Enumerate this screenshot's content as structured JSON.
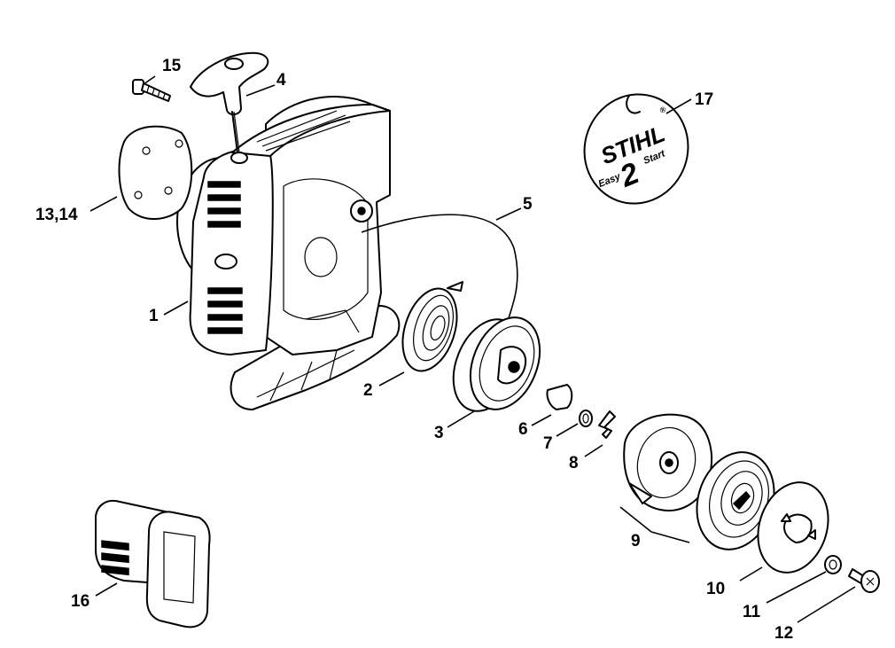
{
  "diagram": {
    "labels": [
      {
        "id": "1",
        "text": "1"
      },
      {
        "id": "2",
        "text": "2"
      },
      {
        "id": "3",
        "text": "3"
      },
      {
        "id": "4",
        "text": "4"
      },
      {
        "id": "5",
        "text": "5"
      },
      {
        "id": "6",
        "text": "6"
      },
      {
        "id": "7",
        "text": "7"
      },
      {
        "id": "8",
        "text": "8"
      },
      {
        "id": "9",
        "text": "9"
      },
      {
        "id": "10",
        "text": "10"
      },
      {
        "id": "11",
        "text": "11"
      },
      {
        "id": "12",
        "text": "12"
      },
      {
        "id": "13",
        "text": "13,14"
      },
      {
        "id": "15",
        "text": "15"
      },
      {
        "id": "16",
        "text": "16"
      },
      {
        "id": "17",
        "text": "17"
      }
    ],
    "logo": {
      "brand": "STIHL",
      "registered": "®",
      "line1": "Easy",
      "number": "2",
      "line2": "Start"
    }
  }
}
